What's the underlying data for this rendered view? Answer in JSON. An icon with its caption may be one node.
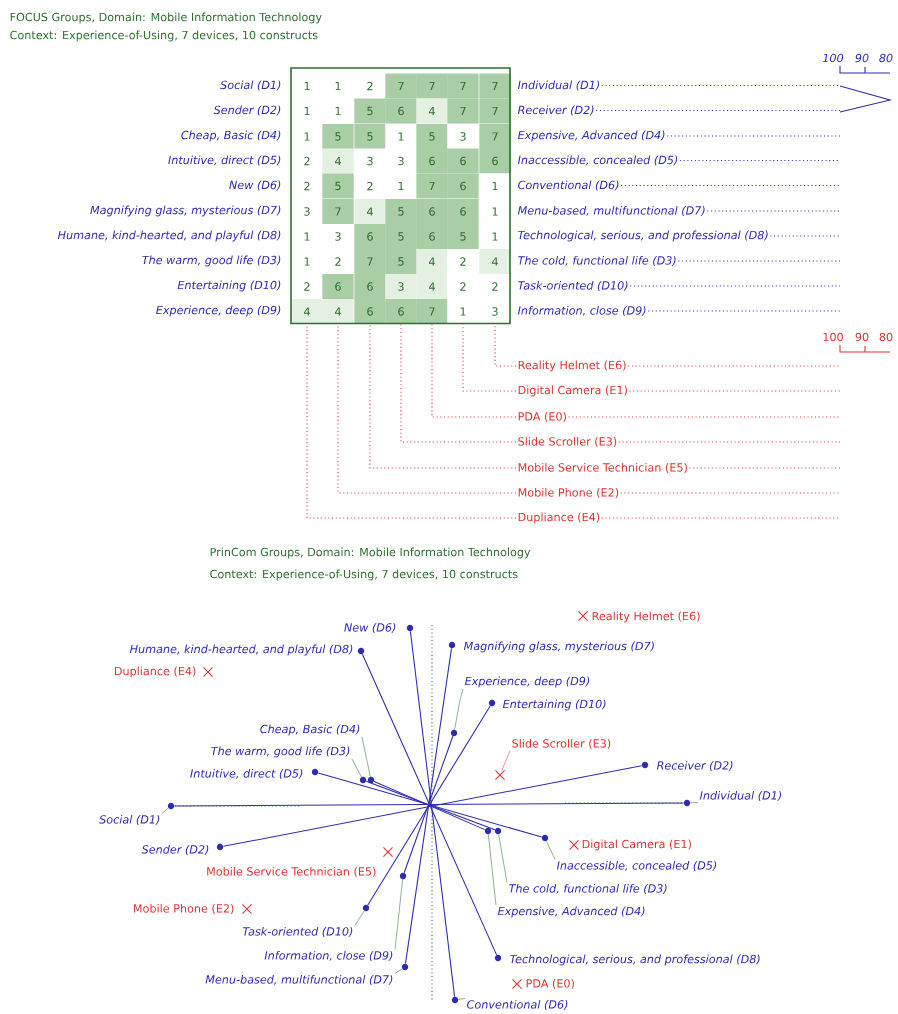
{
  "diagram": {
    "nodes": [
      {
        "text": [
          "Reality Helmet (E6)"
        ]
      },
      {
        "text": [
          "Digital Camera (E1)"
        ]
      },
      {
        "text": [
          "PDA (E0)"
        ]
      },
      {
        "text": [
          "Slide Scroller (E3)"
        ]
      },
      {
        "text": [
          "Mobile Service Technician (E5)"
        ]
      },
      {
        "text": [
          "Mobile Phone (E2)"
        ]
      },
      {
        "text": [
          "Dupliance (E4)"
        ]
      },
      {
        "text": [
          "4"
        ]
      },
      {
        "text": [
          "4"
        ]
      },
      {
        "text": [
          "6"
        ]
      },
      {
        "text": [
          "6"
        ]
      },
      {
        "text": [
          "7"
        ]
      },
      {
        "text": [
          "1"
        ]
      },
      {
        "text": [
          "3"
        ]
      },
      {
        "text": [
          "New (D6)"
        ]
      },
      {
        "text": [
          "Humane, kind-hearted, and playful (D8)"
        ]
      },
      {
        "text": [
          "Magnifying glass, mysterious (D7)"
        ]
      },
      {
        "text": [
          "Experience, deep (D9)"
        ]
      },
      {
        "text": [
          "Entertaining (D10)"
        ]
      },
      {
        "text": [
          "Cheap, Basic (D4)"
        ]
      },
      {
        "text": [
          "The warm, good life (D3)"
        ]
      },
      {
        "text": [
          "Receiver (D2)"
        ]
      },
      {
        "text": [
          "Intuitive, direct (D5)"
        ]
      },
      {
        "text": [
          "Individual (D1)"
        ]
      },
      {
        "text": [
          "Social (D1)"
        ]
      },
      {
        "text": [
          "Sender (D2)"
        ]
      },
      {
        "text": [
          "Inaccessible, concealed (D5)"
        ]
      },
      {
        "text": [
          "The cold, functional life (D3)"
        ]
      },
      {
        "text": [
          "Expensive, Advanced (D4)"
        ]
      },
      {
        "text": [
          "Task-oriented (D10)"
        ]
      },
      {
        "text": [
          "Information, close (D9)"
        ]
      },
      {
        "text": [
          "Technological, serious, and professional (D8)"
        ]
      },
      {
        "text": [
          "Menu-based, multifunctional (D7)"
        ]
      },
      {
        "text": [
          "Conventional (D6)"
        ]
      },
      {
        "text": [
          "Reality Helmet (E6)"
        ]
      },
      {
        "text": [
          "Dupliance (E4)"
        ]
      },
      {
        "text": [
          "Slide Scroller (E3)"
        ]
      },
      {
        "text": [
          "Digital Camera (E1)"
        ]
      },
      {
        "text": [
          "Mobile Service Technician (E5)"
        ]
      },
      {
        "text": [
          "Mobile Phone (E2)"
        ]
      },
      {
        "text": [
          "PDA (E0)"
        ]
      },
      {
        "text": [],
        "shape": "circle"
      },
      {
        "text": [],
        "shape": "circle"
      },
      {
        "text": [],
        "shape": "circle"
      },
      {
        "text": [],
        "shape": "circle"
      },
      {
        "text": [],
        "shape": "circle"
      },
      {
        "text": [],
        "shape": "circle"
      },
      {
        "text": [],
        "shape": "circle"
      },
      {
        "text": [],
        "shape": "circle"
      },
      {
        "text": [],
        "shape": "circle"
      },
      {
        "text": [],
        "shape": "circle"
      },
      {
        "text": [],
        "shape": "circle"
      },
      {
        "text": [],
        "shape": "circle"
      },
      {
        "text": [],
        "shape": "circle"
      },
      {
        "text": [],
        "shape": "circle"
      },
      {
        "text": [],
        "shape": "circle"
      },
      {
        "text": [],
        "shape": "circle"
      },
      {
        "text": [],
        "shape": "circle"
      },
      {
        "text": [],
        "shape": "circle"
      },
      {
        "text": [],
        "shape": "circle"
      },
      {
        "text": [],
        "shape": "circle"
      },
      {
        "text": [],
        "shape": "cross"
      },
      {
        "text": [],
        "shape": "cross"
      },
      {
        "text": [],
        "shape": "cross"
      },
      {
        "text": [],
        "shape": "cross"
      },
      {
        "text": [],
        "shape": "cross"
      },
      {
        "text": [],
        "shape": "cross"
      },
      {
        "text": [],
        "shape": "cross"
      }
    ],
    "edges": [
      {
        "from": 0,
        "to": 13,
        "arrow": "none",
        "style": "dashed",
        "color": "#e03030"
      },
      {
        "from": 1,
        "to": 12,
        "arrow": "none",
        "style": "dashed",
        "color": "#e03030"
      },
      {
        "from": 2,
        "to": 11,
        "arrow": "none",
        "style": "dashed",
        "color": "#e03030"
      },
      {
        "from": 3,
        "to": 10,
        "arrow": "none",
        "style": "dashed",
        "color": "#e03030"
      },
      {
        "from": 4,
        "to": 9,
        "arrow": "none",
        "style": "dashed",
        "color": "#e03030"
      },
      {
        "from": 5,
        "to": 8,
        "arrow": "none",
        "style": "dashed",
        "color": "#e03030"
      },
      {
        "from": 6,
        "to": 7,
        "arrow": "none",
        "style": "dashed",
        "color": "#e03030"
      },
      {
        "from": 17,
        "to": 45,
        "arrow": "none"
      },
      {
        "from": 19,
        "to": 49,
        "arrow": "none"
      },
      {
        "from": 20,
        "to": 48,
        "arrow": "none"
      },
      {
        "from": 23,
        "to": 50,
        "arrow": "none"
      },
      {
        "from": 24,
        "to": 51,
        "arrow": "none"
      },
      {
        "from": 26,
        "to": 54,
        "arrow": "none"
      },
      {
        "from": 27,
        "to": 53,
        "arrow": "none"
      },
      {
        "from": 28,
        "to": 52,
        "arrow": "none"
      },
      {
        "from": 29,
        "to": 57,
        "arrow": "none"
      },
      {
        "from": 30,
        "to": 56,
        "arrow": "none"
      },
      {
        "from": 32,
        "to": 59,
        "arrow": "none"
      },
      {
        "from": 33,
        "to": 60,
        "arrow": "none"
      },
      {
        "from": 36,
        "to": 63,
        "arrow": "none",
        "color": "#e03030"
      },
      {
        "from": 41,
        "to": 60,
        "arrow": "none",
        "color": "#2b2bb5"
      },
      {
        "from": 43,
        "to": 58,
        "arrow": "none",
        "color": "#2b2bb5"
      },
      {
        "from": 42,
        "to": 59,
        "arrow": "none",
        "color": "#2b2bb5"
      },
      {
        "from": 45,
        "to": 56,
        "arrow": "none",
        "color": "#2b2bb5"
      },
      {
        "from": 44,
        "to": 57,
        "arrow": "none",
        "color": "#2b2bb5"
      },
      {
        "from": 49,
        "to": 52,
        "arrow": "none",
        "color": "#2b2bb5"
      },
      {
        "from": 48,
        "to": 53,
        "arrow": "none",
        "color": "#2b2bb5"
      },
      {
        "from": 47,
        "to": 54,
        "arrow": "none",
        "color": "#2b2bb5"
      },
      {
        "from": 51,
        "to": 50,
        "arrow": "none",
        "color": "#2b2bb5"
      },
      {
        "from": 55,
        "to": 46,
        "arrow": "none",
        "color": "#2b2bb5"
      }
    ],
    "labels": [
      "FOCUS Groups, Domain: Mobile Information Technology",
      "Context: Experience-of-Using, 7 devices, 10 constructs",
      "Social (D1)",
      "1",
      "1",
      "2",
      "7",
      "7",
      "7",
      "7",
      "Individual (D1)",
      "Sender (D2)",
      "1",
      "1",
      "5",
      "6",
      "4",
      "7",
      "7",
      "Receiver (D2)",
      "Cheap, Basic (D4)",
      "1",
      "5",
      "5",
      "1",
      "5",
      "3",
      "7",
      "Expensive, Advanced (D4)",
      "Intuitive, direct (D5)",
      "2",
      "4",
      "3",
      "3",
      "6",
      "6",
      "6",
      "Inaccessible, concealed (D5)",
      "New (D6)",
      "2",
      "5",
      "2",
      "1",
      "7",
      "6",
      "1",
      "Conventional (D6)",
      "Magnifying glass, mysterious (D7)",
      "3",
      "7",
      "4",
      "5",
      "6",
      "6",
      "1",
      "Menu-based, multifunctional (D7)",
      "Humane, kind-hearted, and playful (D8)",
      "1",
      "3",
      "6",
      "5",
      "6",
      "5",
      "1",
      "Technological, serious, and professional (D8)",
      "The warm, good life (D3)",
      "1",
      "2",
      "7",
      "5",
      "4",
      "2",
      "4",
      "The cold, functional life (D3)",
      "Entertaining (D10)",
      "2",
      "6",
      "6",
      "3",
      "4",
      "2",
      "2",
      "Task-oriented (D10)",
      "Experience, deep (D9)",
      "Information, close (D9)",
      "100",
      "90",
      "80",
      "100",
      "90",
      "80",
      "PrinCom Groups, Domain: Mobile Information Technology",
      "Context: Experience-of-Using, 7 devices, 10 constructs"
    ]
  }
}
